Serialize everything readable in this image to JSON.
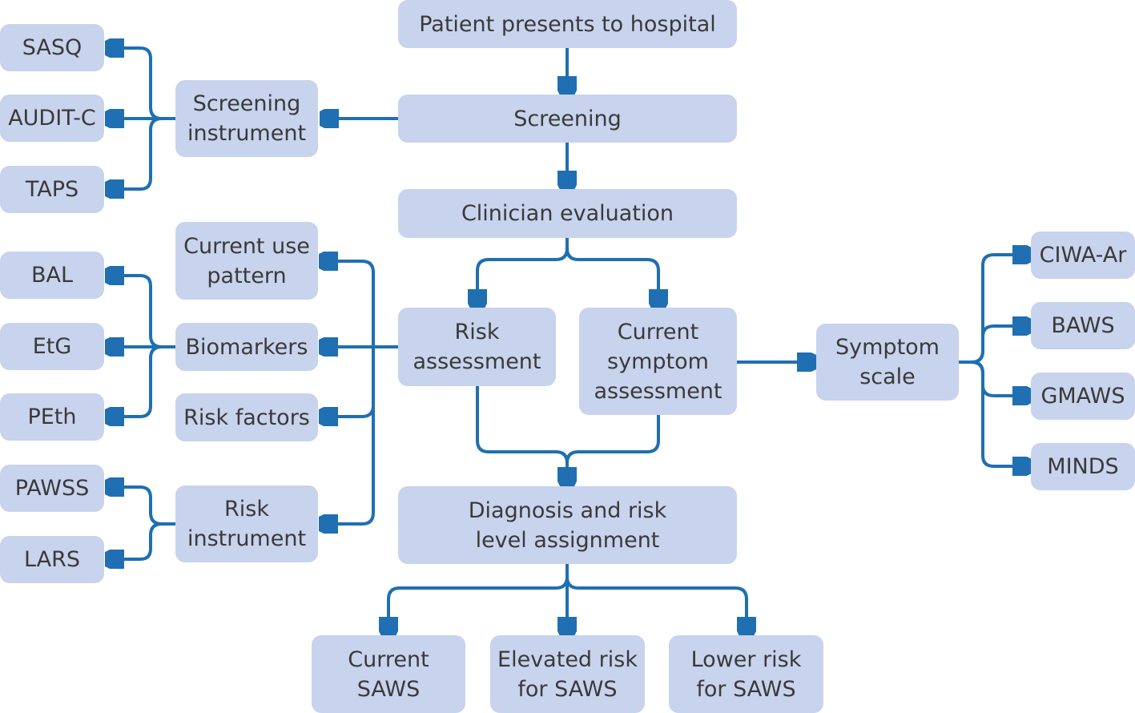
{
  "nodes": {
    "patient": "Patient presents to hospital",
    "screening": "Screening",
    "clinician": "Clinician evaluation",
    "screening_instrument": "Screening\ninstrument",
    "sasq": "SASQ",
    "auditc": "AUDIT-C",
    "taps": "TAPS",
    "risk_assessment": "Risk\nassessment",
    "current_symptom": "Current\nsymptom\nassessment",
    "current_use": "Current use\npattern",
    "biomarkers": "Biomarkers",
    "risk_factors": "Risk factors",
    "risk_instrument": "Risk\ninstrument",
    "bal": "BAL",
    "etg": "EtG",
    "peth": "PEth",
    "pawss": "PAWSS",
    "lars": "LARS",
    "symptom_scale": "Symptom\nscale",
    "ciwa": "CIWA-Ar",
    "baws": "BAWS",
    "gmaws": "GMAWS",
    "minds": "MINDS",
    "diagnosis": "Diagnosis and risk\nlevel assignment",
    "current_saws": "Current\nSAWS",
    "elevated_risk": "Elevated risk\nfor SAWS",
    "lower_risk": "Lower risk\nfor SAWS"
  },
  "colors": {
    "box_fill": "#c8d3ed",
    "connector": "#1f6fb2",
    "text": "#3a3a3a"
  }
}
